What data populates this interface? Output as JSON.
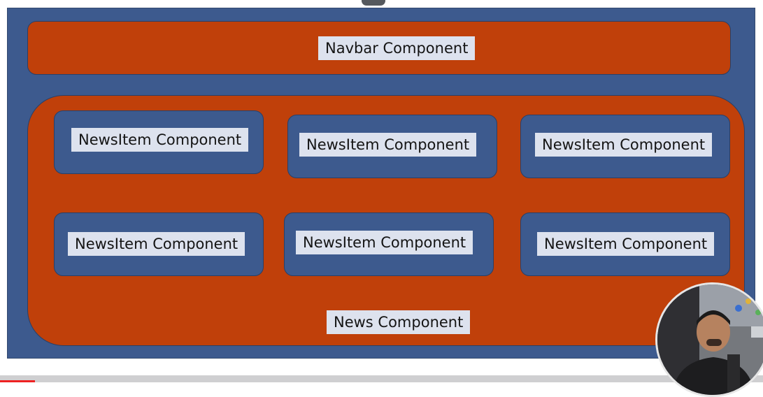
{
  "navbar": {
    "label": "Navbar Component"
  },
  "news": {
    "label": "News Component",
    "items": [
      {
        "label": "NewsItem Component"
      },
      {
        "label": "NewsItem Component"
      },
      {
        "label": "NewsItem Component"
      },
      {
        "label": "NewsItem Component"
      },
      {
        "label": "NewsItem Component"
      },
      {
        "label": "NewsItem Component"
      }
    ]
  },
  "colors": {
    "background": "#3d5a8e",
    "container": "#c0400a",
    "label": "#dde2ee"
  }
}
